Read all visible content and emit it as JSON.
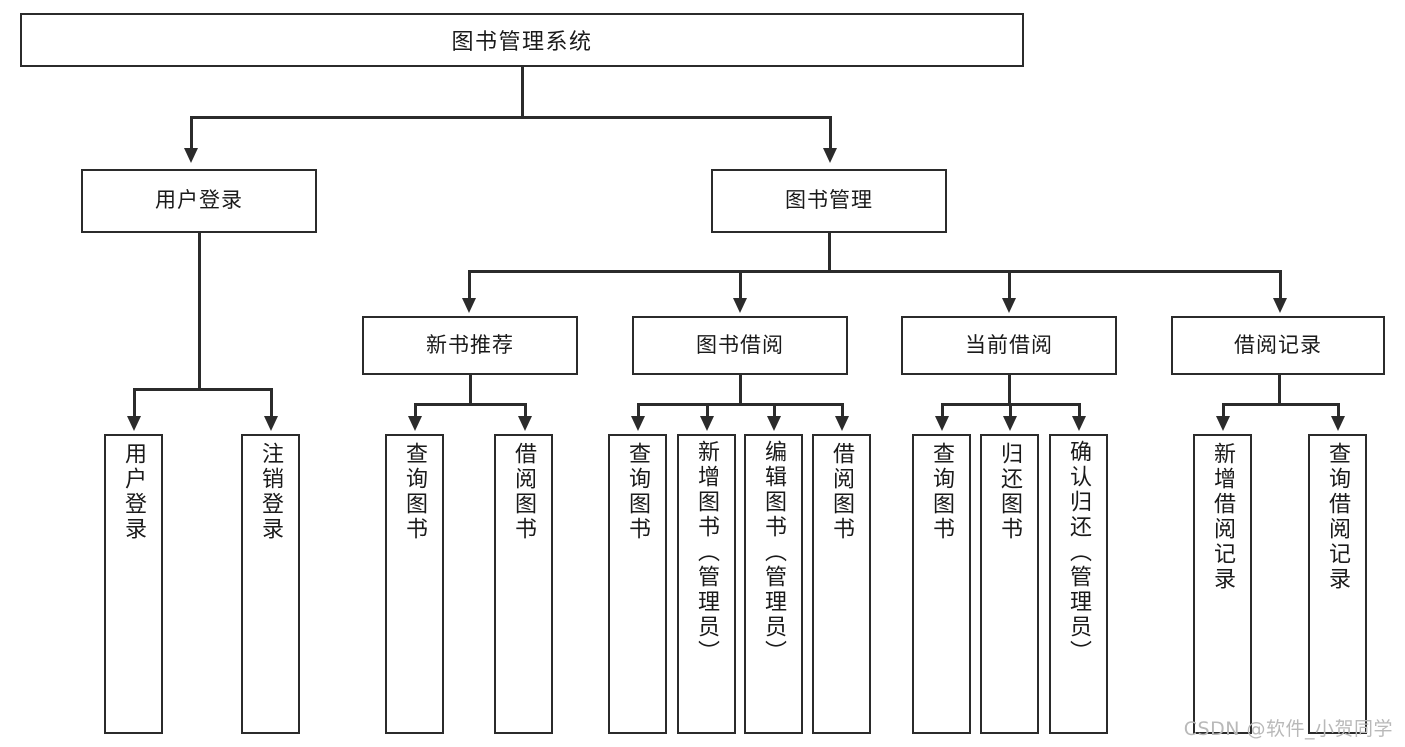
{
  "diagram": {
    "type": "tree",
    "title": "图书管理系统",
    "root": {
      "label": "图书管理系统"
    },
    "level2": [
      {
        "label": "用户登录"
      },
      {
        "label": "图书管理"
      }
    ],
    "level3": [
      {
        "label": "新书推荐"
      },
      {
        "label": "图书借阅"
      },
      {
        "label": "当前借阅"
      },
      {
        "label": "借阅记录"
      }
    ],
    "leaves": {
      "user_login": [
        {
          "label": "用户登录"
        },
        {
          "label": "注销登录"
        }
      ],
      "new_book": [
        {
          "label": "查询图书"
        },
        {
          "label": "借阅图书"
        }
      ],
      "book_borrow": [
        {
          "label": "查询图书"
        },
        {
          "label": "新增图书（管理员）"
        },
        {
          "label": "编辑图书（管理员）"
        },
        {
          "label": "借阅图书"
        }
      ],
      "current_borrow": [
        {
          "label": "查询图书"
        },
        {
          "label": "归还图书"
        },
        {
          "label": "确认归还（管理员）"
        }
      ],
      "borrow_record": [
        {
          "label": "新增借阅记录"
        },
        {
          "label": "查询借阅记录"
        }
      ]
    }
  },
  "watermark": {
    "text": "CSDN @软件_小贺同学"
  },
  "colors": {
    "stroke": "#2b2b2b",
    "background": "#ffffff",
    "text": "#1a1a1a",
    "watermark": "#b9b9b9"
  }
}
